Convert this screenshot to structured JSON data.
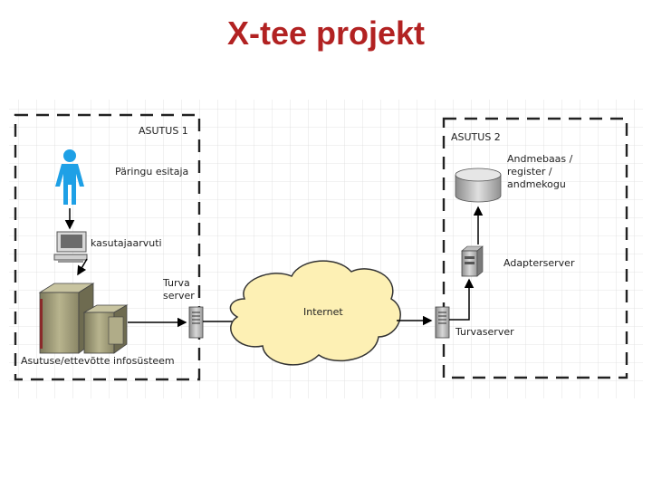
{
  "title": "X-tee projekt",
  "asutus1": {
    "name": "ASUTUS 1",
    "requester": "Päringu esitaja",
    "user_computer": "kasutajaarvuti",
    "security_server_line1": "Turva",
    "security_server_line2": "server",
    "info_system": "Asutuse/ettevõtte infosüsteem"
  },
  "internet": "Internet",
  "asutus2": {
    "name": "ASUTUS 2",
    "database_line1": "Andmebaas /",
    "database_line2": "register /",
    "database_line3": "andmekogu",
    "adapter_server": "Adapterserver",
    "security_server": "Turvaserver"
  },
  "colors": {
    "title": "#b22222",
    "person": "#1ea0e6",
    "cloud": "#fdf0b4",
    "grid": "#d9d9d9",
    "boundary": "#222222"
  }
}
